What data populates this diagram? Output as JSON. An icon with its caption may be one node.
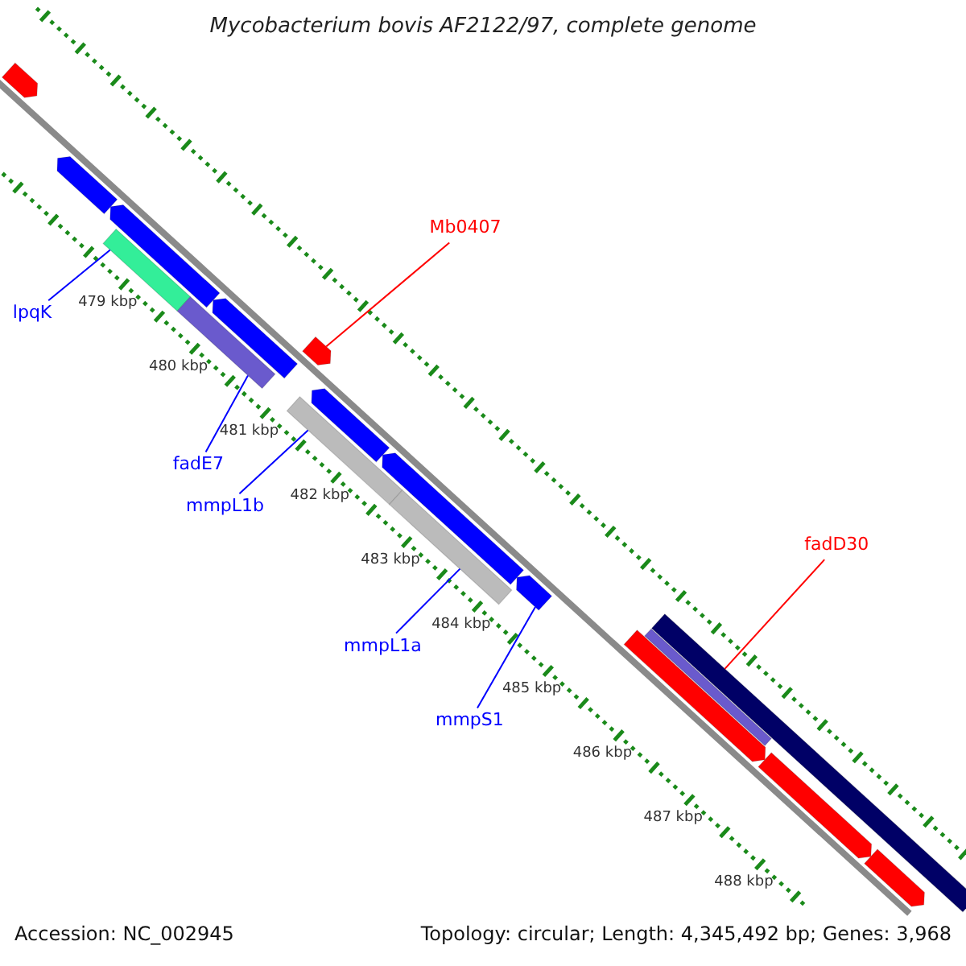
{
  "diagram": {
    "title": "Mycobacterium bovis AF2122/97, complete genome",
    "nodes": [
      {
        "text": [
          "Mb0407"
        ]
      },
      {
        "text": [
          "lpqK"
        ]
      },
      {
        "text": [
          "fadE7"
        ]
      },
      {
        "text": [
          "mmpL1b"
        ]
      },
      {
        "text": [
          "mmpL1a"
        ]
      },
      {
        "text": [
          "mmpS1"
        ]
      },
      {
        "text": [
          "fadD30"
        ]
      },
      {
        "text": [],
        "shape": "bar"
      },
      {
        "text": [],
        "shape": "bar"
      },
      {
        "text": [],
        "shape": "bar"
      },
      {
        "text": [],
        "shape": "bar"
      },
      {
        "text": [],
        "shape": "bar"
      },
      {
        "text": [],
        "shape": "bar"
      },
      {
        "text": [],
        "shape": "bar"
      },
      {
        "text": [],
        "shape": "bar"
      },
      {
        "text": [],
        "shape": "bar"
      },
      {
        "text": [],
        "shape": "bar"
      },
      {
        "text": [],
        "shape": "bar"
      },
      {
        "text": [],
        "shape": "bar"
      },
      {
        "text": [],
        "shape": "bar"
      },
      {
        "text": [],
        "shape": "bar"
      },
      {
        "text": [],
        "shape": "bar"
      },
      {
        "text": [],
        "shape": "bar"
      },
      {
        "text": [],
        "shape": "bar"
      }
    ],
    "edges": [
      {
        "from": 0,
        "to": 13,
        "arrow": "none",
        "color": "#ff0000"
      },
      {
        "from": 1,
        "to": 10,
        "arrow": "none"
      },
      {
        "from": 2,
        "to": 11,
        "arrow": "none"
      },
      {
        "from": 3,
        "to": 14,
        "arrow": "none"
      },
      {
        "from": 4,
        "to": 17,
        "arrow": "none"
      },
      {
        "from": 5,
        "to": 18,
        "arrow": "none"
      },
      {
        "from": 6,
        "to": 21,
        "arrow": "none",
        "color": "#ff0000"
      }
    ],
    "labels": [
      "479 kbp",
      "480 kbp",
      "481 kbp",
      "482 kbp",
      "483 kbp",
      "484 kbp",
      "485 kbp",
      "486 kbp",
      "487 kbp",
      "488 kbp",
      "Accession: NC_002945",
      "Topology: circular; Length: 4,345,492 bp; Genes: 3,968"
    ]
  }
}
